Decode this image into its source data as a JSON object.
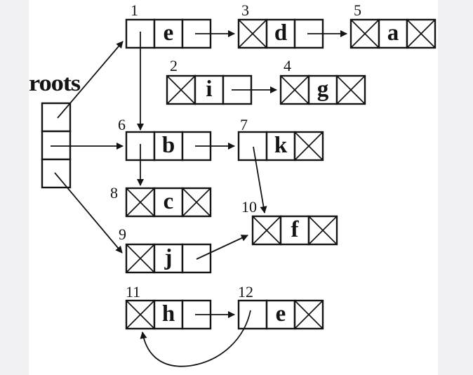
{
  "figure": {
    "roots_label": "roots",
    "roots_cells": [
      {
        "index": 0,
        "points_to": "1"
      },
      {
        "index": 1,
        "points_to": "6"
      },
      {
        "index": 2,
        "points_to": "9"
      }
    ],
    "nodes": [
      {
        "id": "1",
        "letter": "e",
        "left": "pointer",
        "right": "pointer"
      },
      {
        "id": "2",
        "letter": "i",
        "left": "null",
        "right": "pointer"
      },
      {
        "id": "3",
        "letter": "d",
        "left": "null",
        "right": "pointer"
      },
      {
        "id": "4",
        "letter": "g",
        "left": "null",
        "right": "null"
      },
      {
        "id": "5",
        "letter": "a",
        "left": "null",
        "right": "null"
      },
      {
        "id": "6",
        "letter": "b",
        "left": "pointer",
        "right": "pointer"
      },
      {
        "id": "7",
        "letter": "k",
        "left": "pointer",
        "right": "null"
      },
      {
        "id": "8",
        "letter": "c",
        "left": "null",
        "right": "null"
      },
      {
        "id": "9",
        "letter": "j",
        "left": "null",
        "right": "pointer"
      },
      {
        "id": "10",
        "letter": "f",
        "left": "null",
        "right": "null"
      },
      {
        "id": "11",
        "letter": "h",
        "left": "null",
        "right": "pointer"
      },
      {
        "id": "12",
        "letter": "e",
        "left": "pointer",
        "right": "null"
      }
    ],
    "edges": [
      {
        "from": "roots[0]",
        "to": "1"
      },
      {
        "from": "roots[1]",
        "to": "6"
      },
      {
        "from": "roots[2]",
        "to": "9"
      },
      {
        "from": "1.left",
        "to": "6"
      },
      {
        "from": "1.right",
        "to": "3"
      },
      {
        "from": "2.right",
        "to": "4"
      },
      {
        "from": "3.right",
        "to": "5"
      },
      {
        "from": "6.left",
        "to": "8"
      },
      {
        "from": "6.right",
        "to": "7"
      },
      {
        "from": "7.left",
        "to": "10"
      },
      {
        "from": "9.right",
        "to": "10"
      },
      {
        "from": "11.right",
        "to": "12"
      },
      {
        "from": "12.left",
        "to": "11"
      }
    ],
    "colors": {
      "ink": "#141414",
      "paper": "#ffffff",
      "margin": "#f0f0f2"
    }
  }
}
